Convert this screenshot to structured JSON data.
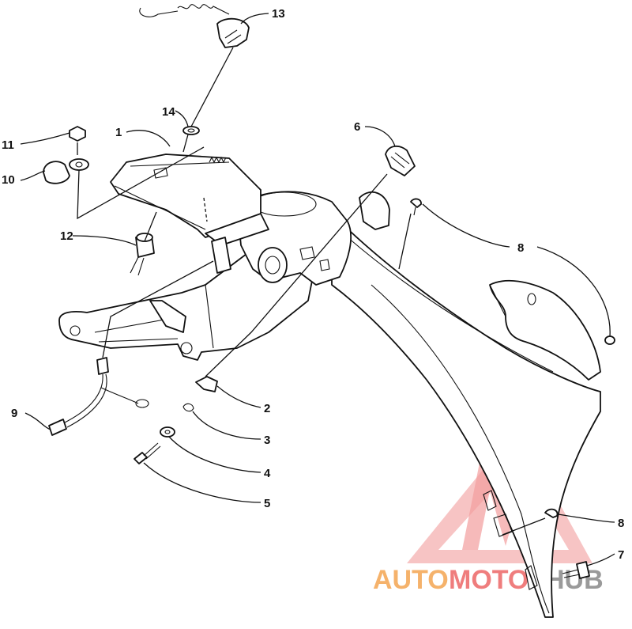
{
  "diagram": {
    "callouts": [
      {
        "id": "c1",
        "label": "1"
      },
      {
        "id": "c2",
        "label": "2"
      },
      {
        "id": "c3",
        "label": "3"
      },
      {
        "id": "c4",
        "label": "4"
      },
      {
        "id": "c5",
        "label": "5"
      },
      {
        "id": "c6",
        "label": "6"
      },
      {
        "id": "c7",
        "label": "7"
      },
      {
        "id": "c8a",
        "label": "8"
      },
      {
        "id": "c8b",
        "label": "8"
      },
      {
        "id": "c9",
        "label": "9"
      },
      {
        "id": "c10",
        "label": "10"
      },
      {
        "id": "c11",
        "label": "11"
      },
      {
        "id": "c12",
        "label": "12"
      },
      {
        "id": "c13",
        "label": "13"
      },
      {
        "id": "c14",
        "label": "14"
      }
    ]
  },
  "watermark": {
    "part1": "AUTO",
    "part2": "MOTO",
    "part3": "HUB",
    "color_orange": "#f5b26b",
    "color_red": "#ef7d7d",
    "color_gray": "#9a9a9a"
  }
}
